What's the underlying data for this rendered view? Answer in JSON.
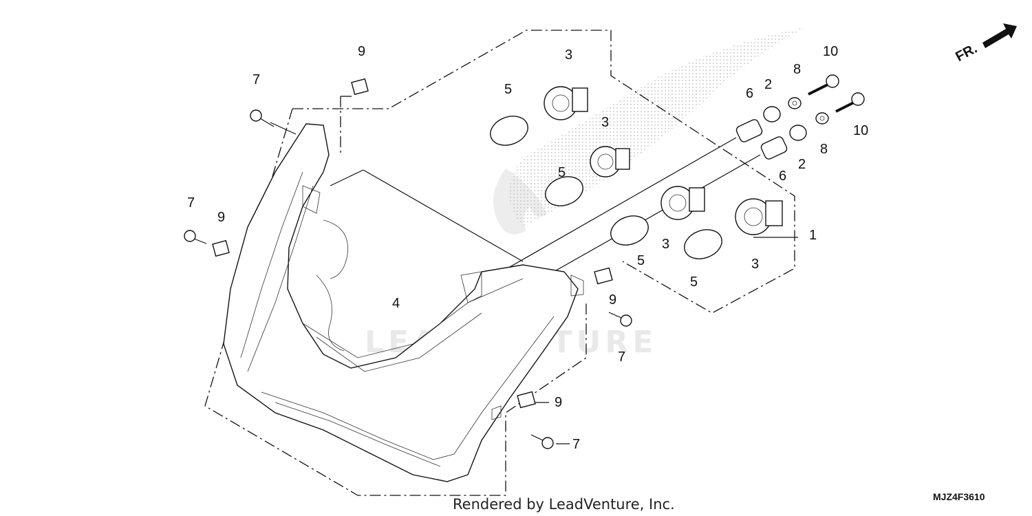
{
  "diagram": {
    "callouts": {
      "n1": "1",
      "n2a": "2",
      "n2b": "2",
      "n3a": "3",
      "n3b": "3",
      "n3c": "3",
      "n3d": "3",
      "n4": "4",
      "n5a": "5",
      "n5b": "5",
      "n5c": "5",
      "n5d": "5",
      "n6a": "6",
      "n6b": "6",
      "n7a": "7",
      "n7b": "7",
      "n7c": "7",
      "n7d": "7",
      "n8a": "8",
      "n8b": "8",
      "n9a": "9",
      "n9b": "9",
      "n9c": "9",
      "n9d": "9",
      "n10a": "10",
      "n10b": "10"
    },
    "front_arrow": "FR.",
    "diagram_code": "MJZ4F3610",
    "credit": "Rendered by LeadVenture, Inc.",
    "watermark": "LEADVENTURE"
  }
}
